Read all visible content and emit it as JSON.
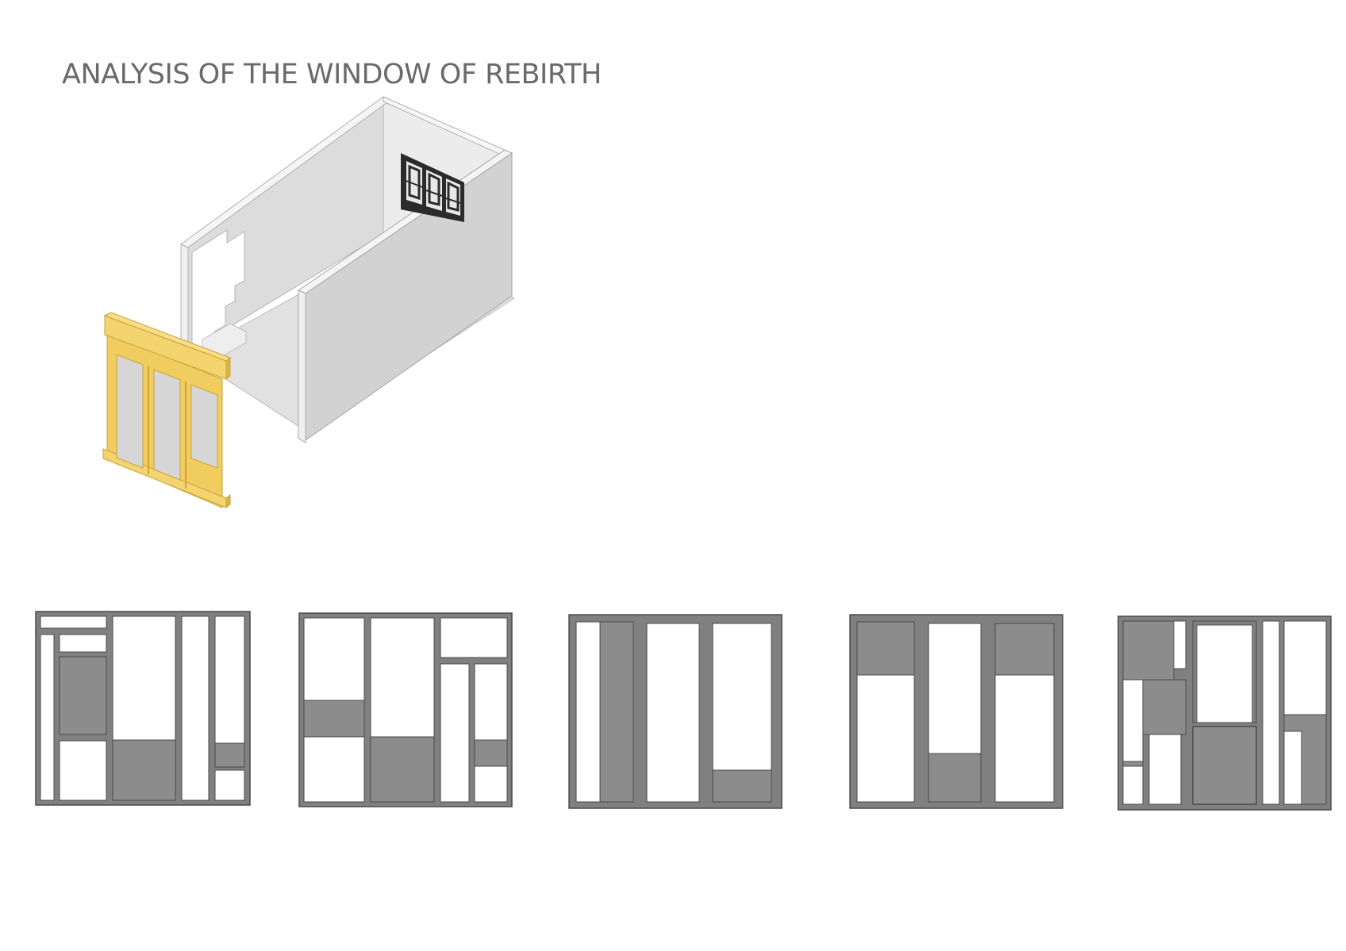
{
  "page": {
    "title": "ANALYSIS OF THE WINDOW OF REBIRTH"
  },
  "colors": {
    "frame": "#808080",
    "frame_outline": "#4a4a4a",
    "fill_dark": "#8c8c8c",
    "fill_light": "#ffffff",
    "wall_top": "#f2f2f2",
    "wall_light": "#e6e6e6",
    "wall_mid": "#d9d9d9",
    "wall_dark": "#cfcfcf",
    "window_yellow": "#f0cd5e",
    "window_yellow_dark": "#d9b347",
    "lattice": "#2b2b2b",
    "title_text": "#6a6a6a"
  },
  "diagram": {
    "axonometric": {
      "elements": [
        {
          "name": "room-box"
        },
        {
          "name": "lattice-window-rear"
        },
        {
          "name": "yellow-window-front"
        }
      ]
    },
    "window_panels": [
      {
        "name": "panel-1"
      },
      {
        "name": "panel-2"
      },
      {
        "name": "panel-3"
      },
      {
        "name": "panel-4"
      },
      {
        "name": "panel-5"
      }
    ]
  }
}
